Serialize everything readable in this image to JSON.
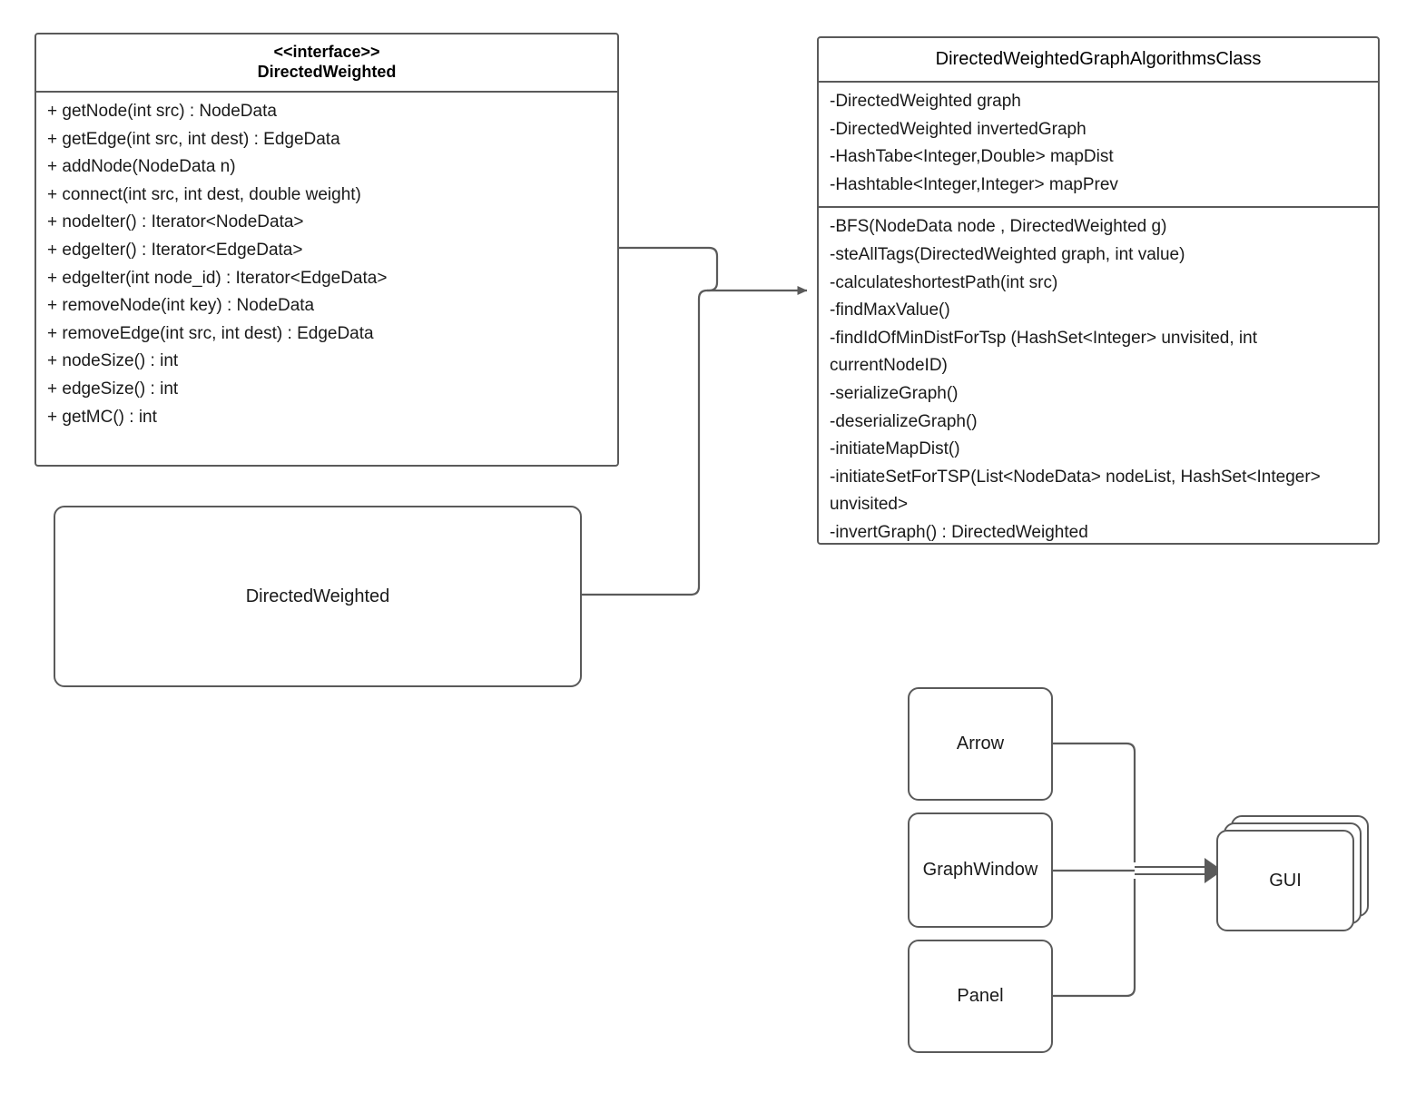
{
  "diagram": {
    "title": "UML class diagram",
    "line_color": "#5a5a5a",
    "text_color": "#1a1a1a",
    "background": "#ffffff"
  },
  "interface_box": {
    "stereotype": "<<interface>>",
    "name": "DirectedWeighted",
    "methods": [
      "+ getNode(int src) : NodeData",
      "+ getEdge(int src, int dest) : EdgeData",
      "+ addNode(NodeData n)",
      "+ connect(int src, int dest, double weight)",
      "+ nodeIter() : Iterator<NodeData>",
      "+ edgeIter() : Iterator<EdgeData>",
      "+ edgeIter(int node_id) : Iterator<EdgeData>",
      "+ removeNode(int key) : NodeData",
      "+ removeEdge(int src, int dest) : EdgeData",
      "+ nodeSize() : int",
      "+ edgeSize() : int",
      "+ getMC() : int"
    ]
  },
  "implementation_box": {
    "label": "DirectedWeighted"
  },
  "algorithms_box": {
    "name": "DirectedWeightedGraphAlgorithmsClass",
    "attributes": [
      "-DirectedWeighted graph",
      "-DirectedWeighted invertedGraph",
      "-HashTabe<Integer,Double> mapDist",
      "-Hashtable<Integer,Integer> mapPrev"
    ],
    "methods": [
      "-BFS(NodeData node , DirectedWeighted g)",
      "-steAllTags(DirectedWeighted graph, int value)",
      "-calculateshortestPath(int src)",
      "-findMaxValue()",
      "-findIdOfMinDistForTsp (HashSet<Integer> unvisited, int currentNodeID)",
      "-serializeGraph()",
      "-deserializeGraph()",
      "-initiateMapDist()",
      "-initiateSetForTSP(List<NodeData> nodeList, HashSet<Integer> unvisited>",
      "-invertGraph() : DirectedWeighted"
    ]
  },
  "gui_group": {
    "sources": [
      {
        "label": "Arrow"
      },
      {
        "label": "GraphWindow"
      },
      {
        "label": "Panel"
      }
    ],
    "target": {
      "label": "GUI"
    }
  }
}
